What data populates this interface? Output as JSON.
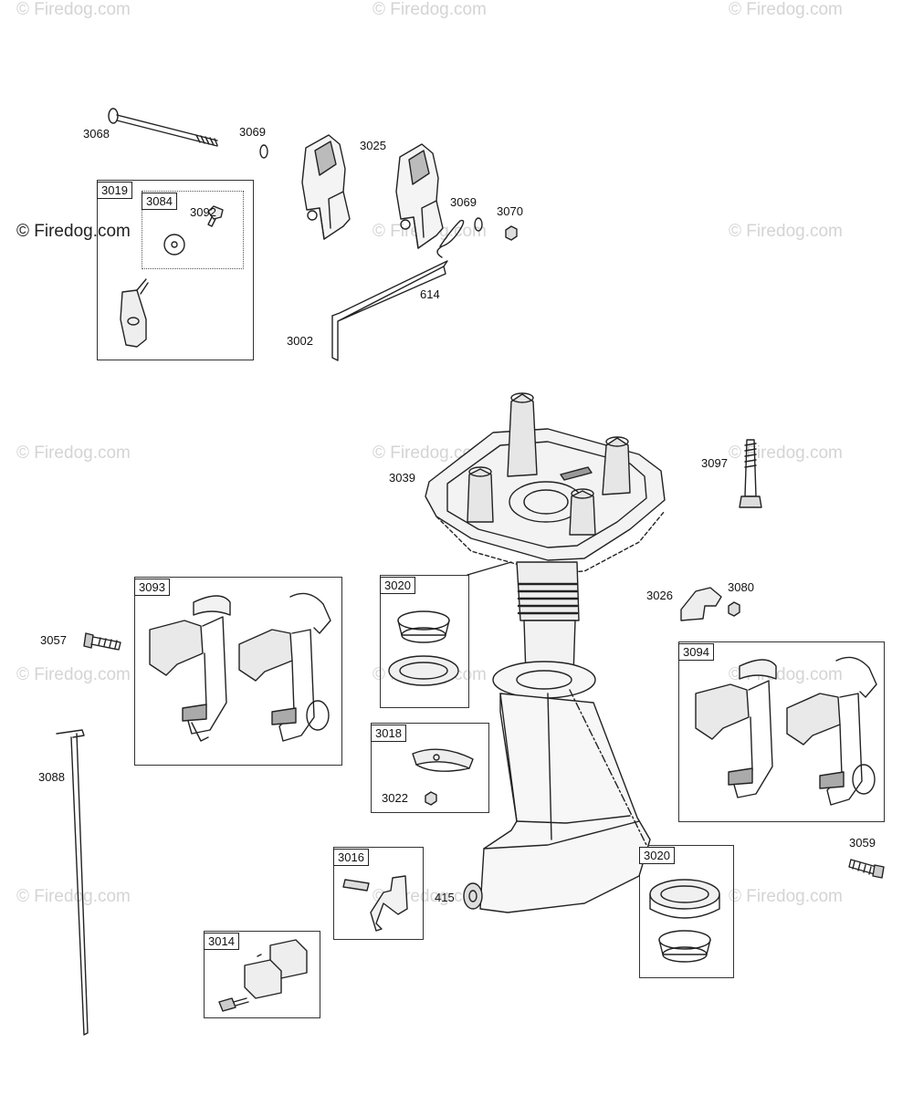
{
  "watermarks": {
    "text": "© Firedog.com",
    "left_banner": "© Firedog.com"
  },
  "labels": {
    "l3068": "3068",
    "l3069a": "3069",
    "l3025": "3025",
    "l3069b": "3069",
    "l3070": "3070",
    "l3092": "3092",
    "l614": "614",
    "l3002": "3002",
    "l3039": "3039",
    "l3097": "3097",
    "l3026": "3026",
    "l3080": "3080",
    "l3057": "3057",
    "l3088": "3088",
    "l3022": "3022",
    "l415": "415",
    "l3059": "3059"
  },
  "kits": {
    "k3019": "3019",
    "k3084": "3084",
    "k3093": "3093",
    "k3020a": "3020",
    "k3018": "3018",
    "k3094": "3094",
    "k3016": "3016",
    "k3020b": "3020",
    "k3014": "3014"
  },
  "colors": {
    "line": "#222222",
    "watermark": "#d4d4d4",
    "shade": "#cfcfcf"
  }
}
